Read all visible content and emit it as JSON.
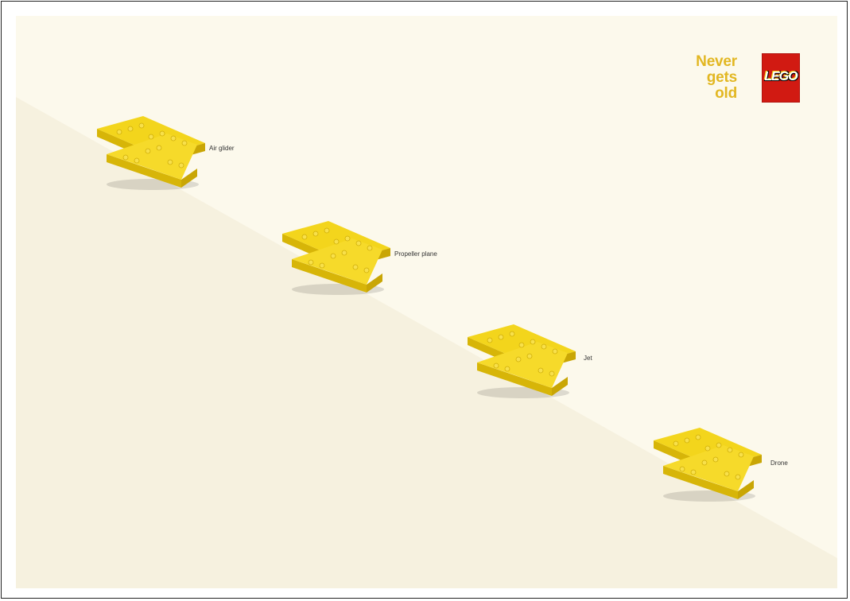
{
  "tagline": {
    "line1": "Never",
    "line2": "gets",
    "line3": "old"
  },
  "brand": {
    "logo_text": "LEGO"
  },
  "planes": [
    {
      "label": "Air glider"
    },
    {
      "label": "Propeller plane"
    },
    {
      "label": "Jet"
    },
    {
      "label": "Drone"
    }
  ],
  "colors": {
    "background_upper": "#fcf9ec",
    "background_lower": "#f6f1df",
    "brick_yellow": "#f3d51c",
    "tagline_yellow": "#e2b722",
    "logo_red": "#d11a12"
  }
}
